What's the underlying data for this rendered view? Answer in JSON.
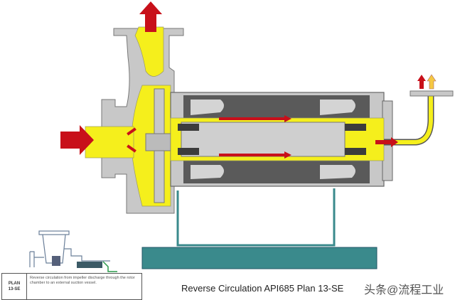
{
  "diagram": {
    "title": "Reverse Circulation API685 Plan 13-SE",
    "colors": {
      "fluid": "#f5ef1c",
      "casing": "#c8c8c8",
      "flow_arrow": "#c8101a",
      "base": "#3a8a8c",
      "stator": "#5a5a5a"
    }
  },
  "legend": {
    "plan_line1": "PLAN",
    "plan_line2": "13-SE",
    "description": "Reverse circulation from impeller discharge through the rotor chamber to an external suction vessel."
  },
  "watermark": "头条@流程工业"
}
